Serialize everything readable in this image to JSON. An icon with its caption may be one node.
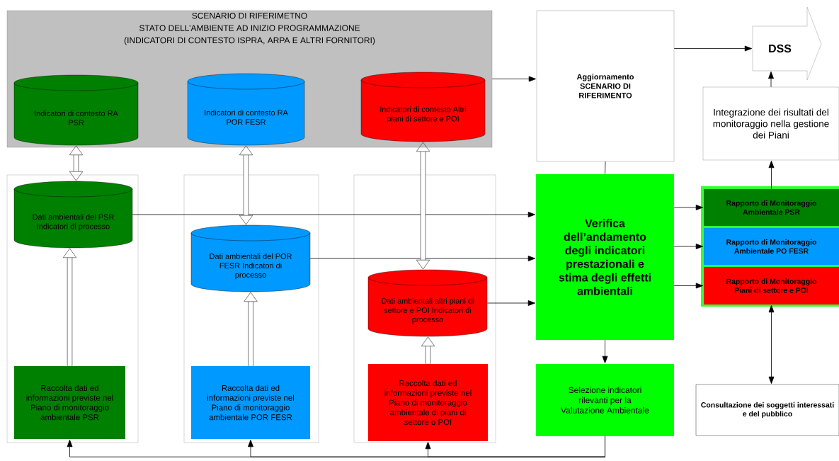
{
  "diagram": {
    "nodes": [
      {
        "text": [
          "SCENARIO DI RIFERIMETNO",
          "STATO DELL’AMBIENTE AD INIZIO PROGRAMMAZIONE",
          "(INDICATORI DI CONTESTO ISPRA, ARPA E ALTRI FORNITORI)"
        ]
      },
      {
        "text": [
          "Indicatori di contesto RA PSR"
        ],
        "in": 0
      },
      {
        "text": [
          "Indicatori di contesto RA POR FESR"
        ],
        "in": 0
      },
      {
        "text": [
          "Indicatori di contesto Altri piani di settore e POI"
        ],
        "in": 0
      },
      {
        "text": [],
        "shape": "box"
      },
      {
        "text": [
          "Dati ambientali del PSR Indicatori di processo"
        ],
        "in": 4
      },
      {
        "text": [
          "Raccolta dati ed informazioni previste nel Piano di monitoraggio ambientale PSR"
        ],
        "in": 4
      },
      {
        "text": [],
        "shape": "box"
      },
      {
        "text": [
          "Dati ambientali del POR FESR Indicatori di processo"
        ],
        "in": 7
      },
      {
        "text": [
          "Raccolta dati ed informazioni previste nel Piano di monitoraggio ambientale POR FESR"
        ],
        "in": 7
      },
      {
        "text": [],
        "shape": "box"
      },
      {
        "text": [
          "Dati ambientali altri piani di settore e POI Indicatori di processo"
        ],
        "in": 10
      },
      {
        "text": [
          "Raccolta dati ed informazioni previste nel Piano di monitoraggio ambientale di piani di settore o POI"
        ],
        "in": 10
      },
      {
        "text": [
          "Aggiornamento SCENARIO DI RIFERIMENTO"
        ]
      },
      {
        "text": [
          "DSS"
        ]
      },
      {
        "text": [
          "Integrazione dei risultati del monitoraggio nella gestione dei Piani"
        ]
      },
      {
        "text": [
          "Verifica dell’andamento degli indicatori prestazionali e stima degli effetti ambientali"
        ]
      },
      {
        "text": [
          "Selezione indicatori rilevanti per la Valutazione Ambientale"
        ]
      },
      {
        "text": [
          "Rapporto di Monitoraggio Ambientale PSR"
        ]
      },
      {
        "text": [
          "Rapporto di Monitoraggio Ambientale PO FESR"
        ]
      },
      {
        "text": [
          "Rapporto di Monitoraggio Piani di settore e POI"
        ]
      },
      {
        "text": [
          "Consultazione dei soggetti interessati e del pubblico"
        ]
      }
    ],
    "edges": [
      {
        "from": 0,
        "to": 13,
        "arrow": "to"
      },
      {
        "from": 13,
        "to": 14,
        "arrow": "to"
      },
      {
        "from": 15,
        "to": 14,
        "arrow": "to"
      },
      {
        "from": 13,
        "to": 16,
        "arrow": "none"
      },
      {
        "from": 5,
        "to": 16,
        "arrow": "to"
      },
      {
        "from": 8,
        "to": 16,
        "arrow": "to"
      },
      {
        "from": 11,
        "to": 16,
        "arrow": "to"
      },
      {
        "from": 16,
        "to": 18,
        "arrow": "to"
      },
      {
        "from": 16,
        "to": 19,
        "arrow": "to"
      },
      {
        "from": 16,
        "to": 20,
        "arrow": "to"
      },
      {
        "from": 16,
        "to": 17,
        "arrow": "to"
      },
      {
        "from": 18,
        "to": 15,
        "arrow": "to"
      },
      {
        "from": 20,
        "to": 21,
        "arrow": "both"
      },
      {
        "from": 1,
        "to": 5,
        "arrow": "both",
        "style": "thick"
      },
      {
        "from": 2,
        "to": 8,
        "arrow": "both",
        "style": "thick"
      },
      {
        "from": 3,
        "to": 11,
        "arrow": "both",
        "style": "thick"
      },
      {
        "from": 6,
        "to": 5,
        "arrow": "to",
        "style": "thick"
      },
      {
        "from": 9,
        "to": 8,
        "arrow": "to",
        "style": "thick"
      },
      {
        "from": 12,
        "to": 11,
        "arrow": "to",
        "style": "thick"
      },
      {
        "from": 17,
        "to": 6,
        "arrow": "to"
      },
      {
        "from": 17,
        "to": 9,
        "arrow": "to"
      },
      {
        "from": 17,
        "to": 12,
        "arrow": "to"
      }
    ]
  }
}
